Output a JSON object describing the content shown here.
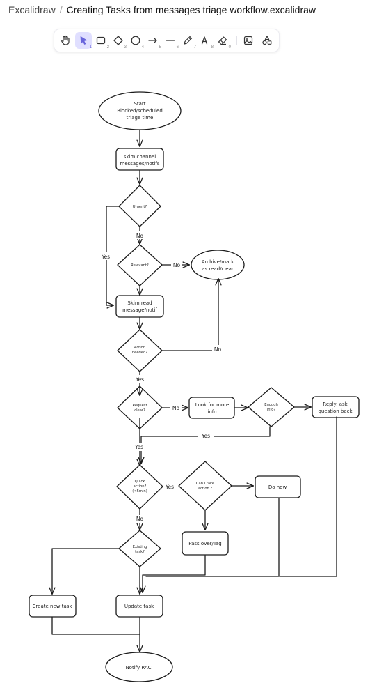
{
  "header": {
    "app": "Excalidraw",
    "separator": "/",
    "file": "Creating Tasks from messages triage workflow.excalidraw"
  },
  "toolbar": {
    "tools": [
      {
        "name": "hand-tool",
        "icon": "hand-icon",
        "key": ""
      },
      {
        "name": "selection-tool",
        "icon": "pointer-icon",
        "key": "1",
        "active": true
      },
      {
        "name": "rectangle-tool",
        "icon": "rectangle-icon",
        "key": "2"
      },
      {
        "name": "diamond-tool",
        "icon": "diamond-icon",
        "key": "3"
      },
      {
        "name": "ellipse-tool",
        "icon": "ellipse-icon",
        "key": "4"
      },
      {
        "name": "arrow-tool",
        "icon": "arrow-icon",
        "key": "5"
      },
      {
        "name": "line-tool",
        "icon": "line-icon",
        "key": "6"
      },
      {
        "name": "draw-tool",
        "icon": "pencil-icon",
        "key": "7"
      },
      {
        "name": "text-tool",
        "icon": "text-icon",
        "key": "8"
      },
      {
        "name": "eraser-tool",
        "icon": "eraser-icon",
        "key": "0"
      },
      {
        "name": "image-tool",
        "icon": "image-icon",
        "key": ""
      },
      {
        "name": "library-tool",
        "icon": "shapes-icon",
        "key": ""
      }
    ]
  },
  "flow": {
    "start": [
      "Start",
      "Blocked/scheduled",
      "triage time"
    ],
    "skim_channel": [
      "skim channel",
      "messages/notifs"
    ],
    "urgent": [
      "Urgent?"
    ],
    "relevant": [
      "Relevant?"
    ],
    "archive": [
      "Archive/mark",
      "as read/clear"
    ],
    "skim_read": [
      "Skim read",
      "message/notif"
    ],
    "action_needed": [
      "Action",
      "needed?"
    ],
    "request_clear": [
      "Request",
      "clear?"
    ],
    "look_more": [
      "Look for more",
      "info"
    ],
    "enough_info": [
      "Enough",
      "info?"
    ],
    "reply": [
      "Reply: ask",
      "question back"
    ],
    "quick_action": [
      "Quick",
      "action?",
      "(<5min)"
    ],
    "can_i": [
      "Can I take",
      "action ?"
    ],
    "do_now": [
      "Do now"
    ],
    "pass_over": [
      "Pass over/Tag"
    ],
    "existing_task": [
      "Existing",
      "task?"
    ],
    "create_task": [
      "Create new task"
    ],
    "update_task": [
      "Update task"
    ],
    "notify": [
      "Notify RACI"
    ],
    "edge_labels": {
      "no_urgent": "No",
      "yes_urgent": "Yes",
      "no_relevant": "No",
      "no_action": "No",
      "yes_action": "Yes",
      "no_request": "No",
      "yes_enough": "Yes",
      "yes_request": "Yes",
      "yes_quick": "Yes",
      "no_quick": "No"
    }
  }
}
